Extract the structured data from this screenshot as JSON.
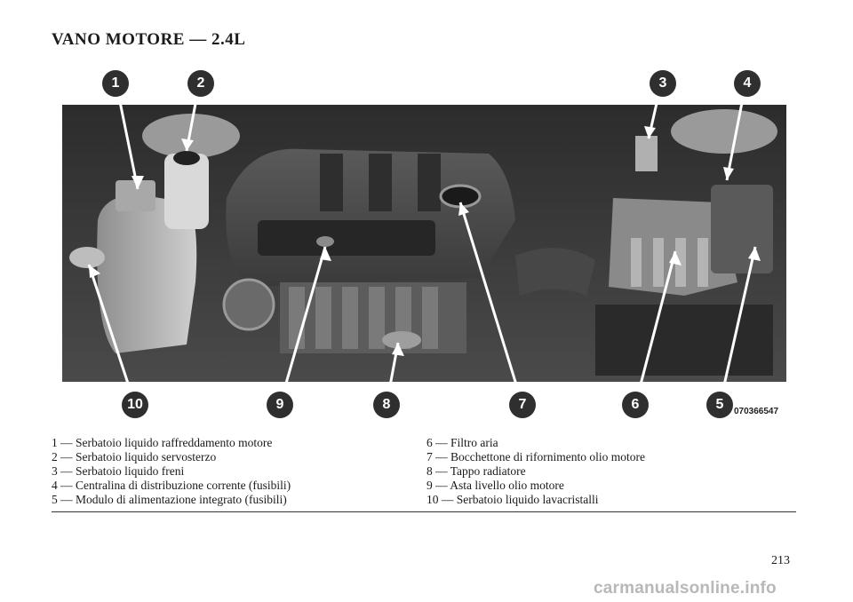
{
  "page": {
    "title": "VANO MOTORE — 2.4L",
    "page_number": "213",
    "figure_code": "070366547",
    "watermark": "carmanualsonline.info"
  },
  "callouts": [
    "1",
    "2",
    "3",
    "4",
    "5",
    "6",
    "7",
    "8",
    "9",
    "10"
  ],
  "legend": {
    "left": [
      "1 — Serbatoio liquido raffreddamento motore",
      "2 — Serbatoio liquido servosterzo",
      "3 — Serbatoio liquido freni",
      "4 — Centralina di distribuzione corrente (fusibili)",
      "5 — Modulo di alimentazione integrato (fusibili)"
    ],
    "right": [
      "6 — Filtro aria",
      "7 — Bocchettone di rifornimento olio motore",
      "8 — Tappo radiatore",
      "9 — Asta livello olio motore",
      "10 — Serbatoio liquido lavacristalli"
    ]
  },
  "colors": {
    "callout_fill": "#2f2f2f",
    "photo_background": "#3a3a3a"
  }
}
